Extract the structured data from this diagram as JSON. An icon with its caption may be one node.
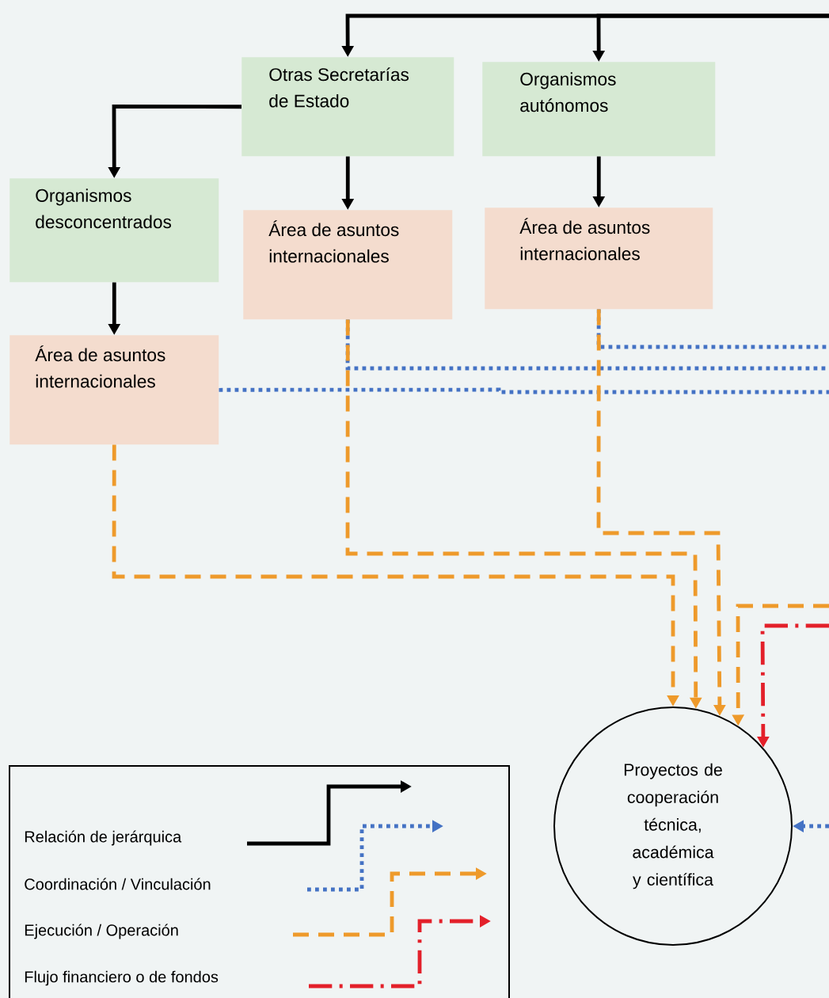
{
  "diagram": {
    "nodes": [
      {
        "text": [
          "Otras Secretarías de Estado"
        ]
      },
      {
        "text": [
          "Organismos autónomos"
        ]
      },
      {
        "text": [
          "Organismos desconcentrados"
        ]
      },
      {
        "text": [
          "Área de asuntos internacionales"
        ]
      },
      {
        "text": [
          "Área de asuntos internacionales"
        ]
      },
      {
        "text": [
          "Área de asuntos internacionales"
        ]
      },
      {
        "text": [
          "Proyectos de cooperación técnica, académica y científica"
        ]
      }
    ],
    "edges": [
      {
        "from": null,
        "to": 0,
        "arrow": "to"
      },
      {
        "from": null,
        "to": 1,
        "arrow": "to"
      },
      {
        "from": 0,
        "to": 2,
        "arrow": "to"
      },
      {
        "from": 0,
        "to": 3,
        "arrow": "to"
      },
      {
        "from": 1,
        "to": 4,
        "arrow": "to"
      },
      {
        "from": 2,
        "to": 5,
        "arrow": "to"
      },
      {
        "from": 5,
        "to": null,
        "arrow": "none",
        "style": "dashed",
        "color": "#4472c4"
      },
      {
        "from": 3,
        "to": null,
        "arrow": "none",
        "style": "dashed",
        "color": "#4472c4"
      },
      {
        "from": 4,
        "to": null,
        "arrow": "none",
        "style": "dashed",
        "color": "#4472c4"
      },
      {
        "from": null,
        "to": 6,
        "arrow": "to",
        "style": "dashed",
        "color": "#4472c4"
      },
      {
        "from": 5,
        "to": 6,
        "arrow": "to",
        "style": "dashed",
        "color": "#ee9a2b"
      },
      {
        "from": 3,
        "to": 6,
        "arrow": "to",
        "style": "dashed",
        "color": "#ee9a2b"
      },
      {
        "from": 4,
        "to": 6,
        "arrow": "to",
        "style": "dashed",
        "color": "#ee9a2b"
      },
      {
        "from": null,
        "to": 6,
        "arrow": "to",
        "style": "dashed",
        "color": "#ee9a2b"
      },
      {
        "from": null,
        "to": 6,
        "arrow": "to",
        "style": "dashed",
        "color": "#e3202a"
      }
    ],
    "legend": [
      {
        "text": "Relación de jerárquica"
      },
      {
        "text": "Coordinación / Vinculación"
      },
      {
        "text": "Ejecución / Operación"
      },
      {
        "text": "Flujo financiero o de fondos"
      }
    ]
  }
}
